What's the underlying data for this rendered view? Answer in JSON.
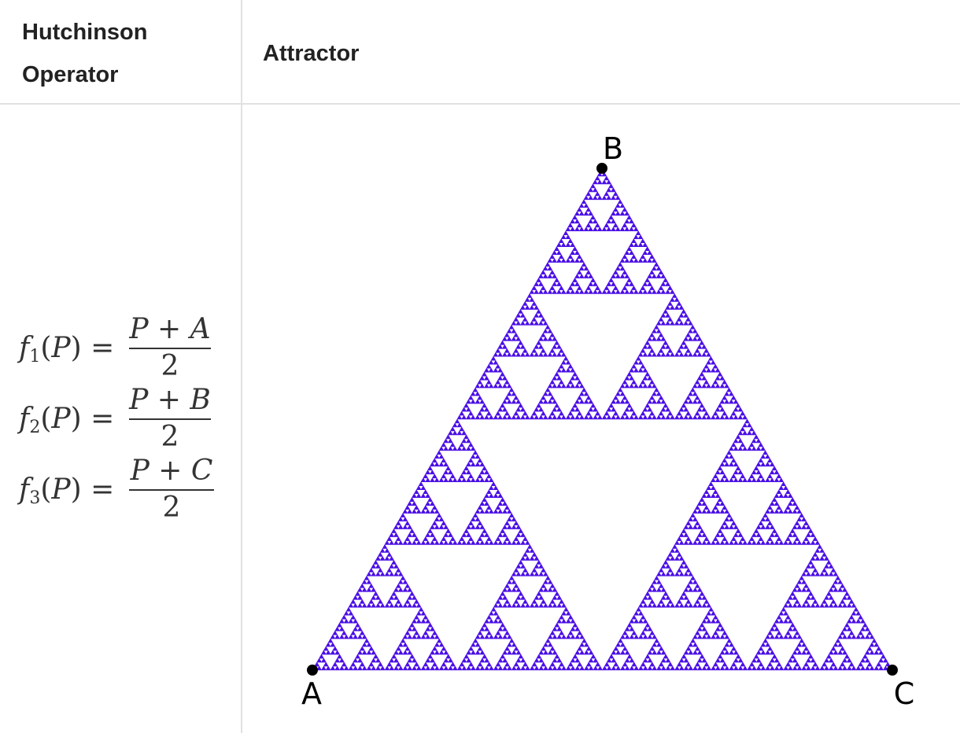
{
  "table": {
    "header_operator": "Hutchinson Operator",
    "header_attractor": "Attractor"
  },
  "equations": [
    {
      "func": "f",
      "sub": "1",
      "arg": "P",
      "num_left": "P",
      "op": "+",
      "num_right": "A",
      "den": "2"
    },
    {
      "func": "f",
      "sub": "2",
      "arg": "P",
      "num_left": "P",
      "op": "+",
      "num_right": "B",
      "den": "2"
    },
    {
      "func": "f",
      "sub": "3",
      "arg": "P",
      "num_left": "P",
      "op": "+",
      "num_right": "C",
      "den": "2"
    }
  ],
  "attractor": {
    "vertices": [
      {
        "label": "A"
      },
      {
        "label": "B"
      },
      {
        "label": "C"
      }
    ],
    "fill_color": "#4b0fe6",
    "point_color": "#000000",
    "recursion_depth": 7
  }
}
